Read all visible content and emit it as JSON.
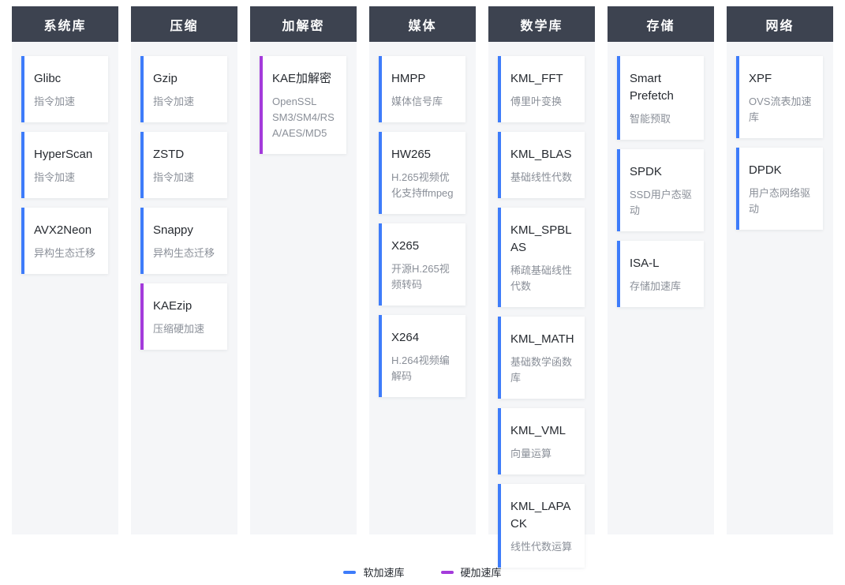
{
  "colors": {
    "soft": "#3e7cfa",
    "hard": "#a43bdb",
    "header_bg": "#3d4350",
    "column_bg": "#f5f6f8",
    "card_bg": "#ffffff",
    "title_text": "#262a30",
    "desc_text": "#8a8f98"
  },
  "columns": [
    {
      "title": "系统库",
      "cards": [
        {
          "name": "Glibc",
          "desc": "指令加速",
          "type": "soft"
        },
        {
          "name": "HyperScan",
          "desc": "指令加速",
          "type": "soft"
        },
        {
          "name": "AVX2Neon",
          "desc": "异构生态迁移",
          "type": "soft"
        }
      ]
    },
    {
      "title": "压缩",
      "cards": [
        {
          "name": "Gzip",
          "desc": "指令加速",
          "type": "soft"
        },
        {
          "name": "ZSTD",
          "desc": "指令加速",
          "type": "soft"
        },
        {
          "name": "Snappy",
          "desc": "异构生态迁移",
          "type": "soft"
        },
        {
          "name": "KAEzip",
          "desc": "压缩硬加速",
          "type": "hard"
        }
      ]
    },
    {
      "title": "加解密",
      "cards": [
        {
          "name": "KAE加解密",
          "desc": "OpenSSL SM3/SM4/RSA/AES/MD5",
          "type": "hard"
        }
      ]
    },
    {
      "title": "媒体",
      "cards": [
        {
          "name": "HMPP",
          "desc": "媒体信号库",
          "type": "soft"
        },
        {
          "name": "HW265",
          "desc": "H.265视频优化支持ffmpeg",
          "type": "soft"
        },
        {
          "name": "X265",
          "desc": "开源H.265视频转码",
          "type": "soft"
        },
        {
          "name": "X264",
          "desc": "H.264视频编解码",
          "type": "soft"
        }
      ]
    },
    {
      "title": "数学库",
      "cards": [
        {
          "name": "KML_FFT",
          "desc": "傅里叶变换",
          "type": "soft"
        },
        {
          "name": "KML_BLAS",
          "desc": "基础线性代数",
          "type": "soft"
        },
        {
          "name": "KML_SPBLAS",
          "desc": "稀疏基础线性代数",
          "type": "soft"
        },
        {
          "name": "KML_MATH",
          "desc": "基础数学函数库",
          "type": "soft"
        },
        {
          "name": "KML_VML",
          "desc": "向量运算",
          "type": "soft"
        },
        {
          "name": "KML_LAPACK",
          "desc": "线性代数运算",
          "type": "soft"
        }
      ]
    },
    {
      "title": "存储",
      "cards": [
        {
          "name": "Smart Prefetch",
          "desc": "智能预取",
          "type": "soft"
        },
        {
          "name": "SPDK",
          "desc": "SSD用户态驱动",
          "type": "soft"
        },
        {
          "name": "ISA-L",
          "desc": "存储加速库",
          "type": "soft"
        }
      ]
    },
    {
      "title": "网络",
      "cards": [
        {
          "name": "XPF",
          "desc": "OVS流表加速库",
          "type": "soft"
        },
        {
          "name": "DPDK",
          "desc": "用户态网络驱动",
          "type": "soft"
        }
      ]
    }
  ],
  "legend": {
    "items": [
      {
        "label": "软加速库",
        "type": "soft",
        "color": "#3e7cfa"
      },
      {
        "label": "硬加速库",
        "type": "hard",
        "color": "#a43bdb"
      }
    ]
  }
}
